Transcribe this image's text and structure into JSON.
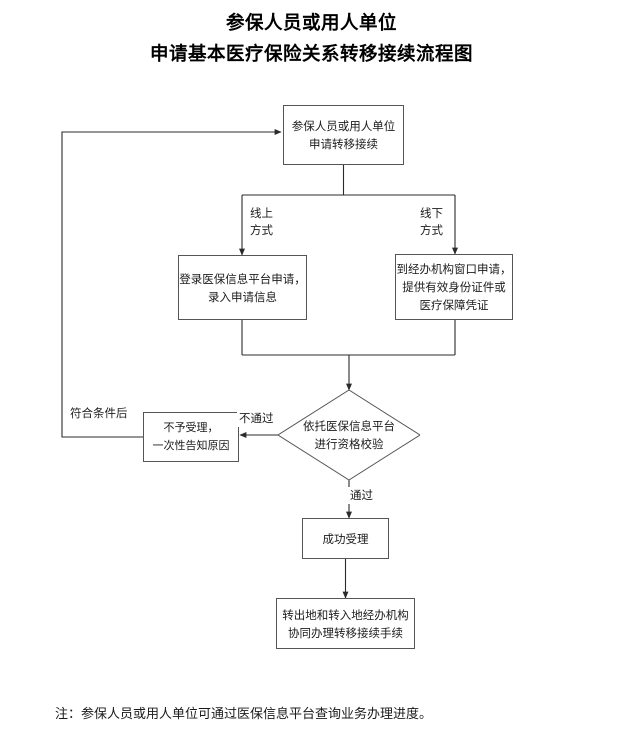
{
  "document": {
    "title_lines": [
      "参保人员或用人单位",
      "申请基本医疗保险关系转移接续流程图"
    ],
    "footnote": "注：参保人员或用人单位可通过医保信息平台查询业务办理进度。"
  },
  "colors": {
    "box_border": "#555555",
    "connector": "#2b2b2b",
    "background": "#ffffff",
    "text": "#1c1c1c"
  },
  "flowchart": {
    "type": "flowchart",
    "orientation": "top-to-bottom",
    "nodes": [
      {
        "id": "apply",
        "shape": "rectangle",
        "label": "参保人员或用人单位\n申请转移接续"
      },
      {
        "id": "online",
        "shape": "rectangle",
        "label": "登录医保信息平台申请，\n录入申请信息"
      },
      {
        "id": "offline",
        "shape": "rectangle",
        "label": "到经办机构窗口申请，\n提供有效身份证件或\n医疗保障凭证"
      },
      {
        "id": "decision",
        "shape": "diamond",
        "label": "依托医保信息平台\n进行资格校验"
      },
      {
        "id": "reject",
        "shape": "rectangle",
        "label": "不予受理，\n一次性告知原因"
      },
      {
        "id": "accepted",
        "shape": "rectangle",
        "label": "成功受理"
      },
      {
        "id": "transfer",
        "shape": "rectangle",
        "label": "转出地和转入地经办机构\n协同办理转移接续手续"
      }
    ],
    "edges": [
      {
        "from": "apply",
        "to": "online",
        "label": "线上\n方式"
      },
      {
        "from": "apply",
        "to": "offline",
        "label": "线下\n方式"
      },
      {
        "from": "online",
        "to": "decision",
        "label": ""
      },
      {
        "from": "offline",
        "to": "decision",
        "label": ""
      },
      {
        "from": "decision",
        "to": "reject",
        "label": "不通过"
      },
      {
        "from": "decision",
        "to": "accepted",
        "label": "通过"
      },
      {
        "from": "reject",
        "to": "apply",
        "label": "符合条件后"
      },
      {
        "from": "accepted",
        "to": "transfer",
        "label": ""
      }
    ]
  }
}
